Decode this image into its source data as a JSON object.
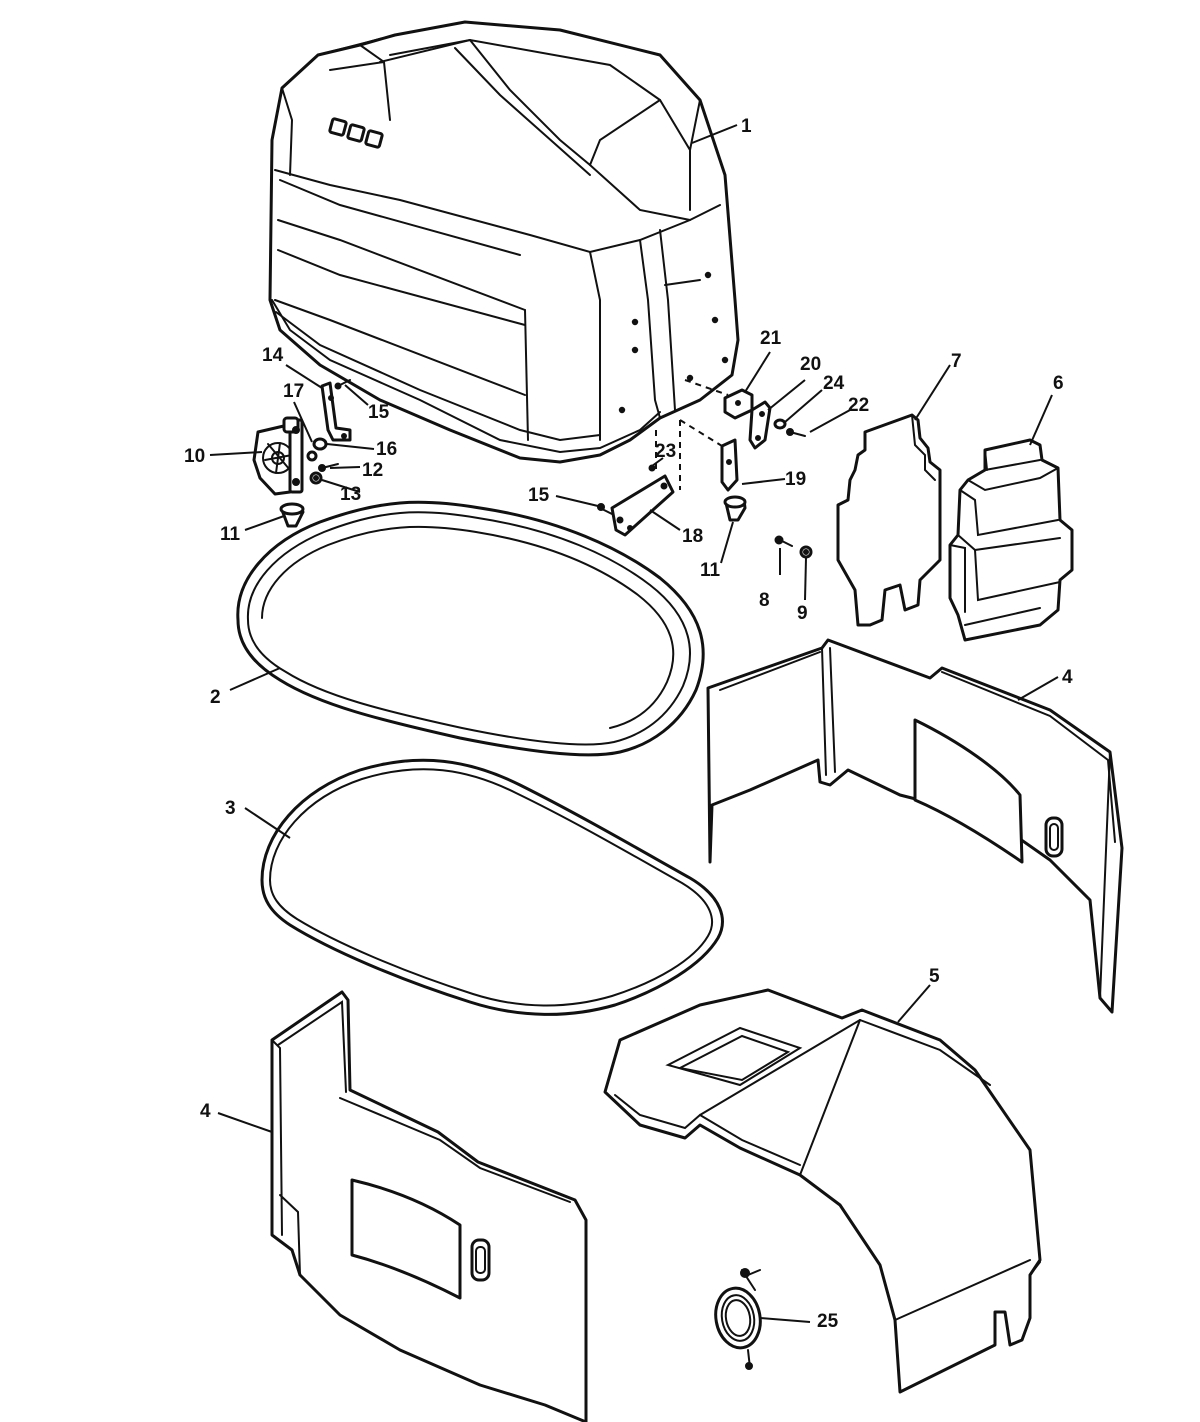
{
  "callouts": {
    "c1": "1",
    "c2": "2",
    "c3": "3",
    "c4a": "4",
    "c4b": "4",
    "c5": "5",
    "c6": "6",
    "c7": "7",
    "c8": "8",
    "c9": "9",
    "c10": "10",
    "c11a": "11",
    "c11b": "11",
    "c12": "12",
    "c13": "13",
    "c14": "14",
    "c15a": "15",
    "c15b": "15",
    "c16": "16",
    "c17": "17",
    "c18": "18",
    "c19": "19",
    "c20": "20",
    "c21": "21",
    "c22": "22",
    "c23": "23",
    "c24": "24",
    "c25": "25"
  },
  "colors": {
    "line": "#111111",
    "background": "#ffffff"
  }
}
